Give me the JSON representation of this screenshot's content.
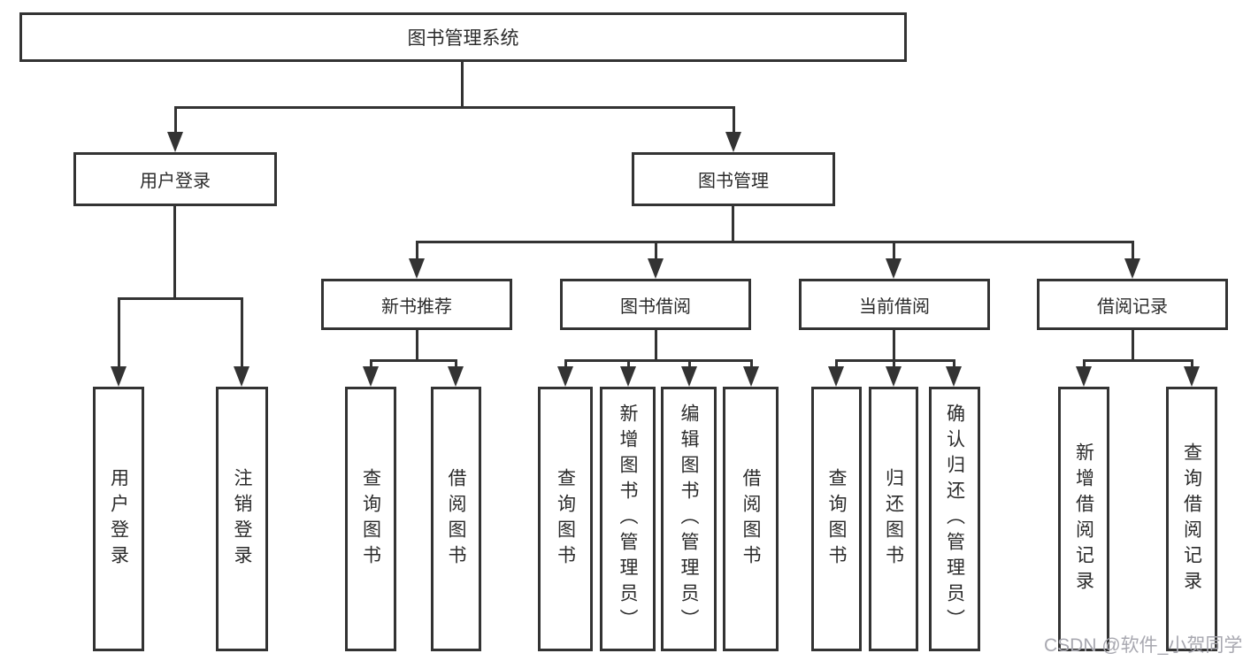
{
  "diagram": {
    "root": {
      "label": "图书管理系统"
    },
    "level2": [
      {
        "label": "用户登录"
      },
      {
        "label": "图书管理"
      }
    ],
    "level3": [
      {
        "label": "新书推荐"
      },
      {
        "label": "图书借阅"
      },
      {
        "label": "当前借阅"
      },
      {
        "label": "借阅记录"
      }
    ],
    "leaves": {
      "user_login": [
        "用户登录",
        "注销登录"
      ],
      "new_book_recommend": [
        "查询图书",
        "借阅图书"
      ],
      "book_borrow": [
        "查询图书",
        "新增图书（管理员）",
        "编辑图书（管理员）",
        "借阅图书"
      ],
      "current_borrow": [
        "查询图书",
        "归还图书",
        "确认归还（管理员）"
      ],
      "borrow_records": [
        "新增借阅记录",
        "查询借阅记录"
      ]
    }
  },
  "colors": {
    "line": "#333333",
    "text": "#2b2b2b",
    "background": "#ffffff",
    "watermark": "#a8a8b0"
  },
  "watermark": {
    "text": "CSDN @软件_小贺同学"
  }
}
